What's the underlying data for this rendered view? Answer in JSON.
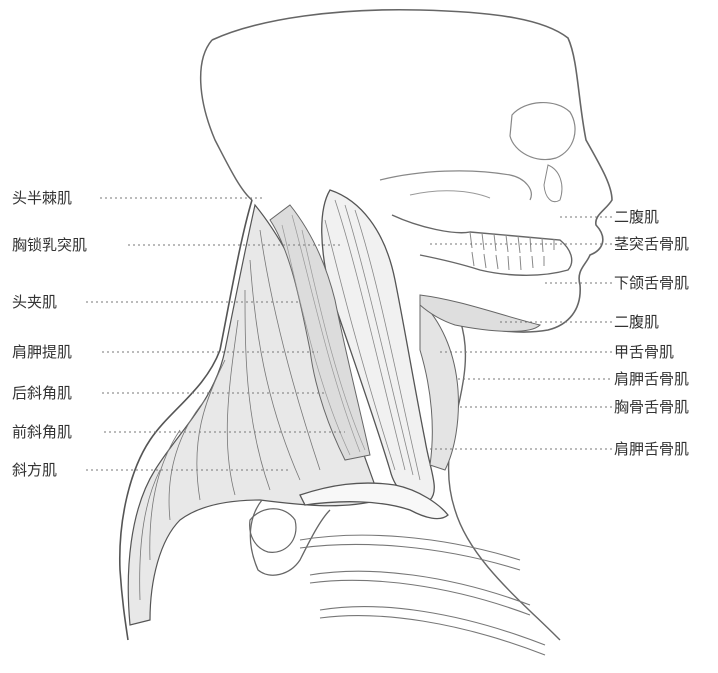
{
  "figure": {
    "labels_left": [
      "头半棘肌",
      "胸锁乳突肌",
      "头夹肌",
      "肩胛提肌",
      "后斜角肌",
      "前斜角肌",
      "斜方肌"
    ],
    "labels_right": [
      "二腹肌",
      "茎突舌骨肌",
      "下颌舌骨肌",
      "二腹肌",
      "甲舌骨肌",
      "肩胛舌骨肌",
      "胸骨舌骨肌",
      "肩胛舌骨肌"
    ],
    "line_color": "#777777",
    "ink_color": "#333333"
  }
}
